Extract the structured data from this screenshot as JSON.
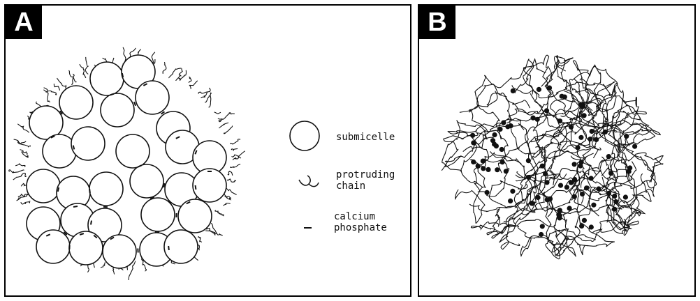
{
  "panels": [
    {
      "label": "A"
    },
    {
      "label": "B"
    }
  ],
  "legend": [
    {
      "icon": "submicelle-circle-icon",
      "lines": [
        "submicelle"
      ]
    },
    {
      "icon": "protruding-chain-icon",
      "lines": [
        "protruding",
        "chain"
      ]
    },
    {
      "icon": "calcium-phosphate-dash-icon",
      "lines": [
        "calcium",
        "phosphate"
      ]
    }
  ],
  "colors": {
    "ink": "#111111",
    "frame": "#000000",
    "badge_bg": "#000000",
    "badge_text": "#ffffff"
  }
}
